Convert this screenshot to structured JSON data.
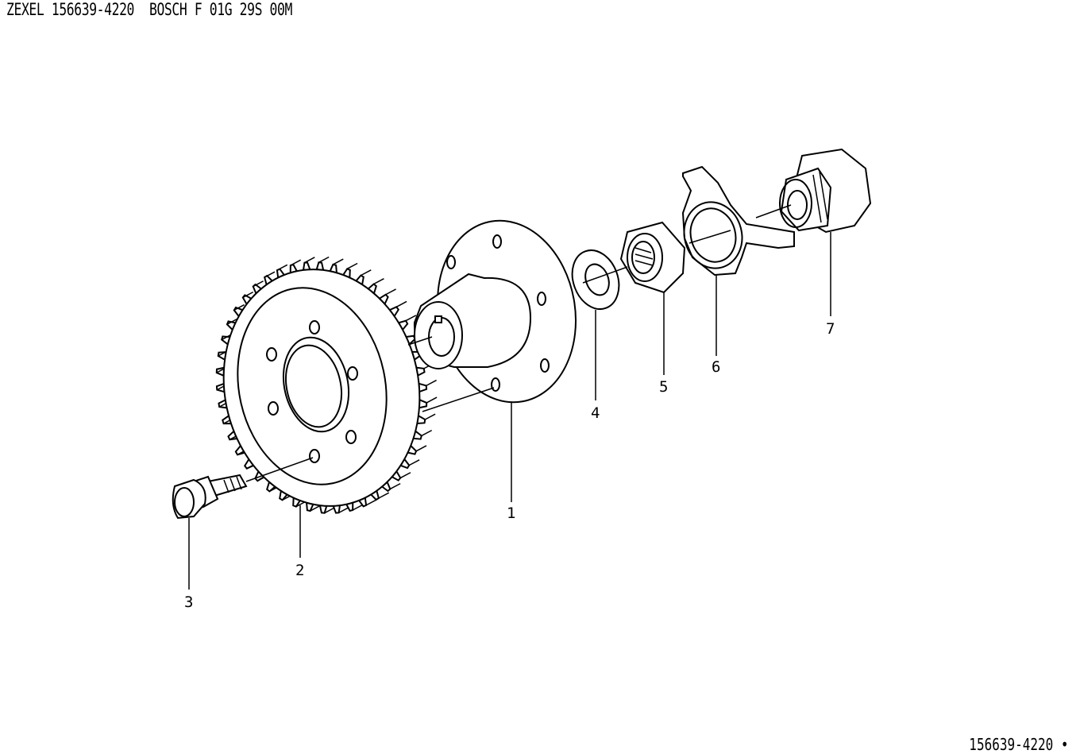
{
  "header": {
    "zexel_label": "ZEXEL",
    "zexel_number": "156639-4220",
    "bosch_label": "BOSCH",
    "bosch_number": "F 01G 29S 00M"
  },
  "footer": {
    "part_number": "156639-4220",
    "bullet": "•"
  },
  "callouts": [
    {
      "id": "1",
      "label": "1"
    },
    {
      "id": "2",
      "label": "2"
    },
    {
      "id": "3",
      "label": "3"
    },
    {
      "id": "4",
      "label": "4"
    },
    {
      "id": "5",
      "label": "5"
    },
    {
      "id": "6",
      "label": "6"
    },
    {
      "id": "7",
      "label": "7"
    }
  ]
}
